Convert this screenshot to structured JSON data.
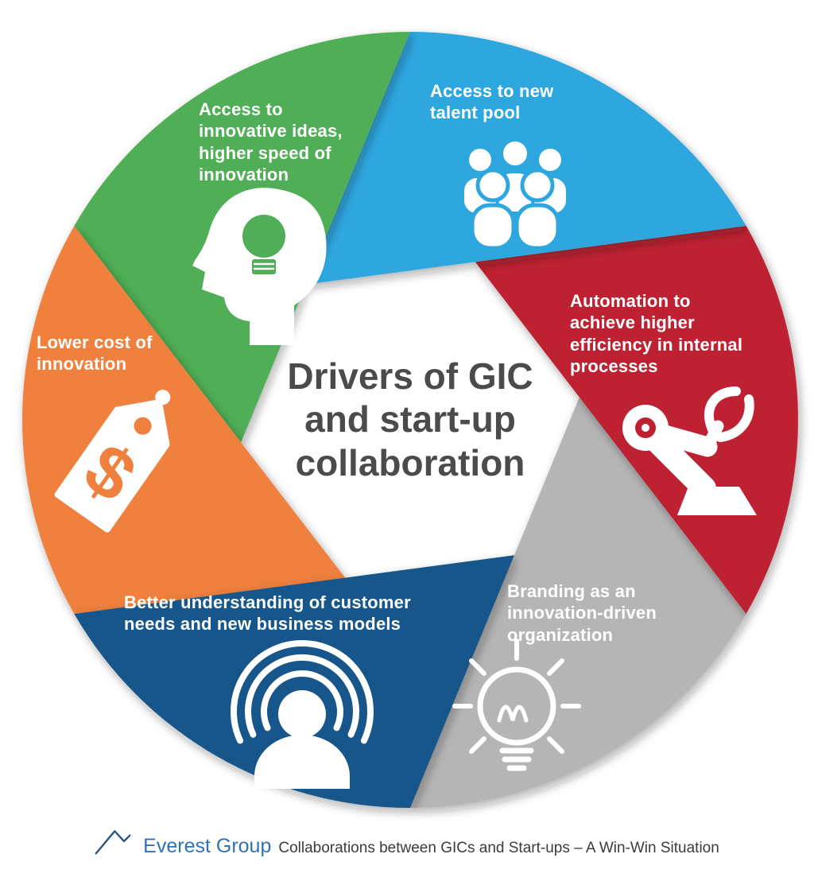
{
  "center": {
    "title": "Drivers of GIC\nand start-up\ncollaboration",
    "title_color": "#4b4b4e"
  },
  "segments": [
    {
      "id": "innovative-ideas",
      "label": "Access to\ninnovative ideas,\nhigher speed of\ninnovation",
      "color": "#4FAE57",
      "icon": "head-lightbulb-icon"
    },
    {
      "id": "talent-pool",
      "label": "Access to new\ntalent pool",
      "color": "#2EA7DF",
      "icon": "people-icon"
    },
    {
      "id": "automation",
      "label": "Automation to\nachieve higher\nefficiency in internal\nprocesses",
      "color": "#BE2032",
      "icon": "robot-arm-icon"
    },
    {
      "id": "branding",
      "label": "Branding as an\ninnovation-driven\norganization",
      "color": "#B5B5B6",
      "icon": "lightbulb-sketch-icon"
    },
    {
      "id": "customer-needs",
      "label": "Better understanding of customer\nneeds and new business models",
      "color": "#16568B",
      "icon": "person-signal-icon"
    },
    {
      "id": "lower-cost",
      "label": "Lower cost of\ninnovation",
      "color": "#F0803E",
      "icon": "price-tag-icon"
    }
  ],
  "glyphs": {
    "dollar": "$"
  },
  "footer": {
    "logo_text": "Everest Group",
    "logo_color": "#2F73B4",
    "caption": "Collaborations between GICs and Start-ups – A Win-Win Situation"
  }
}
